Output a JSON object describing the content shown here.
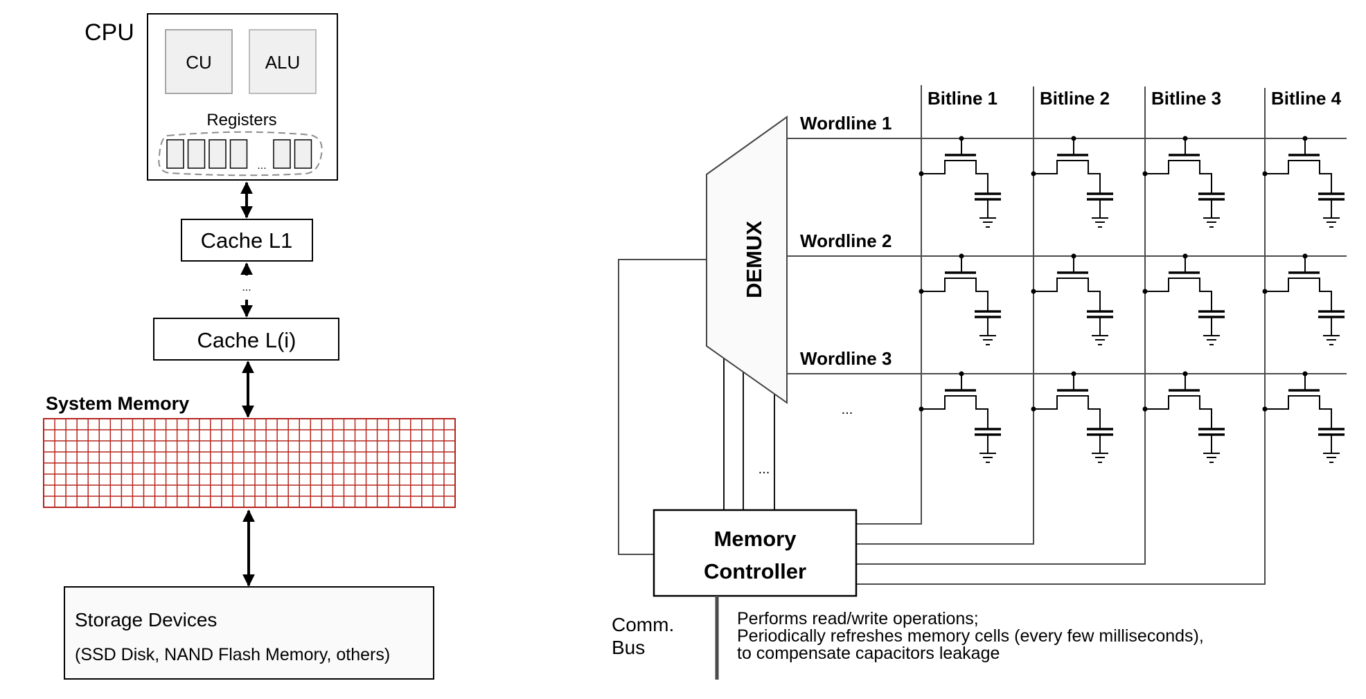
{
  "hierarchy": {
    "cpu_label": "CPU",
    "cpu_units": [
      "CU",
      "ALU"
    ],
    "registers_label": "Registers",
    "registers_ellipsis": "...",
    "register_cell_count_left": 4,
    "register_cell_count_right": 2,
    "cache_l1": "Cache L1",
    "cache_ellipsis": "...",
    "cache_li": "Cache L(i)",
    "system_memory_label": "System Memory",
    "system_memory_grid": {
      "rows": 8,
      "cols": 37
    },
    "storage_title": "Storage Devices",
    "storage_subtitle": "(SSD Disk, NAND Flash Memory, others)"
  },
  "dram": {
    "demux_label": "DEMUX",
    "wordlines": [
      "Wordline 1",
      "Wordline 2",
      "Wordline 3"
    ],
    "wordline_ellipsis": "...",
    "bitlines": [
      "Bitline 1",
      "Bitline 2",
      "Bitline 3",
      "Bitline 4"
    ],
    "address_lines_ellipsis": "...",
    "controller_line1": "Memory",
    "controller_line2": "Controller",
    "bus_label_line1": "Comm.",
    "bus_label_line2": "Bus",
    "description": [
      "Performs read/write operations;",
      "Periodically refreshes memory cells (every few milliseconds),",
      "to compensate capacitors leakage"
    ]
  },
  "colors": {
    "system_memory": "#b5241c",
    "line": "#000000",
    "wire": "#4a4a4a",
    "unit_fill": "#f0f0f0",
    "box_fill": "#fafafa"
  }
}
